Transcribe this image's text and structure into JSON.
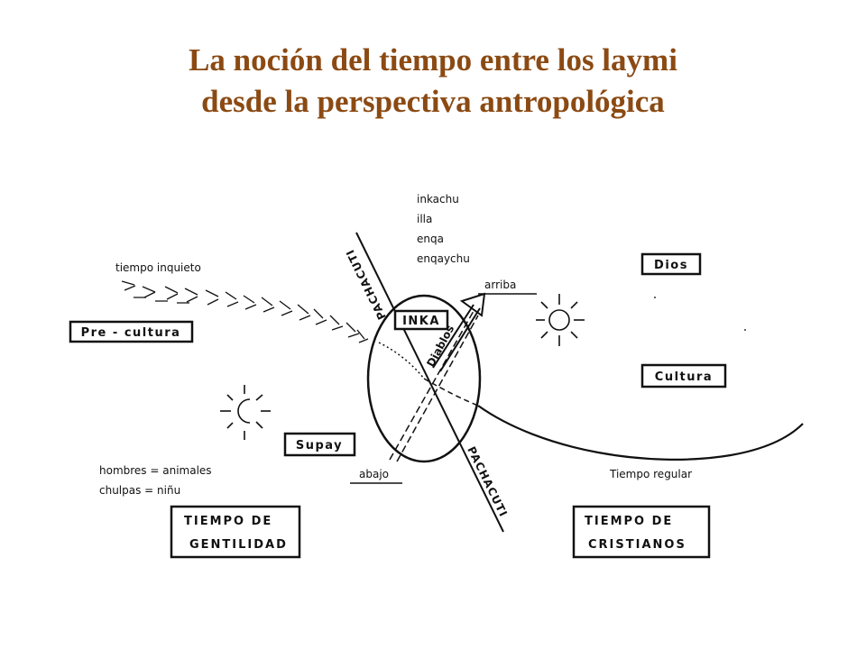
{
  "title": {
    "line1": "La noción del tiempo entre los laymi",
    "line2": "desde la perspectiva antropológica"
  },
  "colors": {
    "title": "#8b4a13",
    "ink": "#111111"
  },
  "diagram": {
    "center_box": "INKA",
    "top_terms": [
      "inkachu",
      "illa",
      "enqa",
      "enqaychu"
    ],
    "arrow_label": "arriba",
    "diagonal_label": "Diablos",
    "bottom_label": "abajo",
    "axis_top_label": "PACHACUTI",
    "axis_bottom_label": "PACHACUTI",
    "left_top_label": "tiempo inquieto",
    "pre_cultura_box": "Pre - cultura",
    "supay_box": "Supay",
    "left_bottom_lines": [
      "hombres = animales",
      "chulpas = niñu"
    ],
    "gentilidad_box": [
      "TIEMPO DE",
      "GENTILIDAD"
    ],
    "dios_box": "Dios",
    "cultura_box": "Cultura",
    "right_curve_label": "Tiempo regular",
    "cristianos_box": [
      "TIEMPO DE",
      "CRISTIANOS"
    ],
    "sun_icon": "sun-icon",
    "moon_icon": "crescent-moon-icon"
  }
}
